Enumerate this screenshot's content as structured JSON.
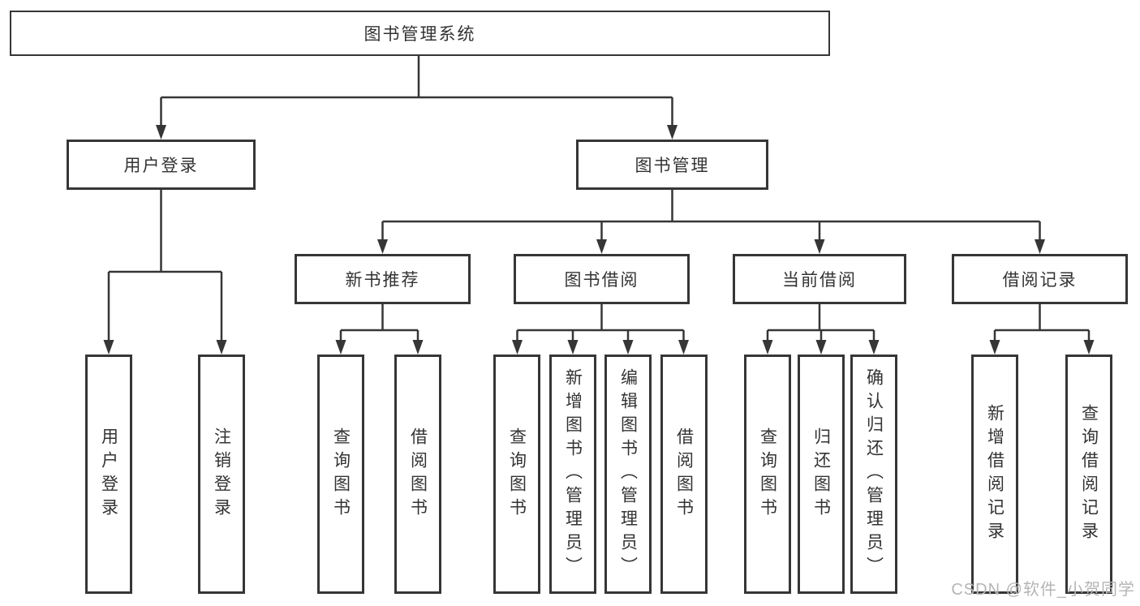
{
  "tree": {
    "root": {
      "label": "图书管理系统",
      "children": [
        {
          "label": "用户登录",
          "children": [
            {
              "label": "用户登录"
            },
            {
              "label": "注销登录"
            }
          ]
        },
        {
          "label": "图书管理",
          "children": [
            {
              "label": "新书推荐",
              "children": [
                {
                  "label": "查询图书"
                },
                {
                  "label": "借阅图书"
                }
              ]
            },
            {
              "label": "图书借阅",
              "children": [
                {
                  "label": "查询图书"
                },
                {
                  "label": "新增图书（管理员）"
                },
                {
                  "label": "编辑图书（管理员）"
                },
                {
                  "label": "借阅图书"
                }
              ]
            },
            {
              "label": "当前借阅",
              "children": [
                {
                  "label": "查询图书"
                },
                {
                  "label": "归还图书"
                },
                {
                  "label": "确认归还（管理员）"
                }
              ]
            },
            {
              "label": "借阅记录",
              "children": [
                {
                  "label": "新增借阅记录"
                },
                {
                  "label": "查询借阅记录"
                }
              ]
            }
          ]
        }
      ]
    }
  },
  "watermark": "CSDN @软件_小贺同学",
  "colors": {
    "line": "#363636",
    "box_border": "#363636",
    "box_fill": "#ffffff",
    "text": "#333333",
    "watermark": "#b5b5b5"
  }
}
